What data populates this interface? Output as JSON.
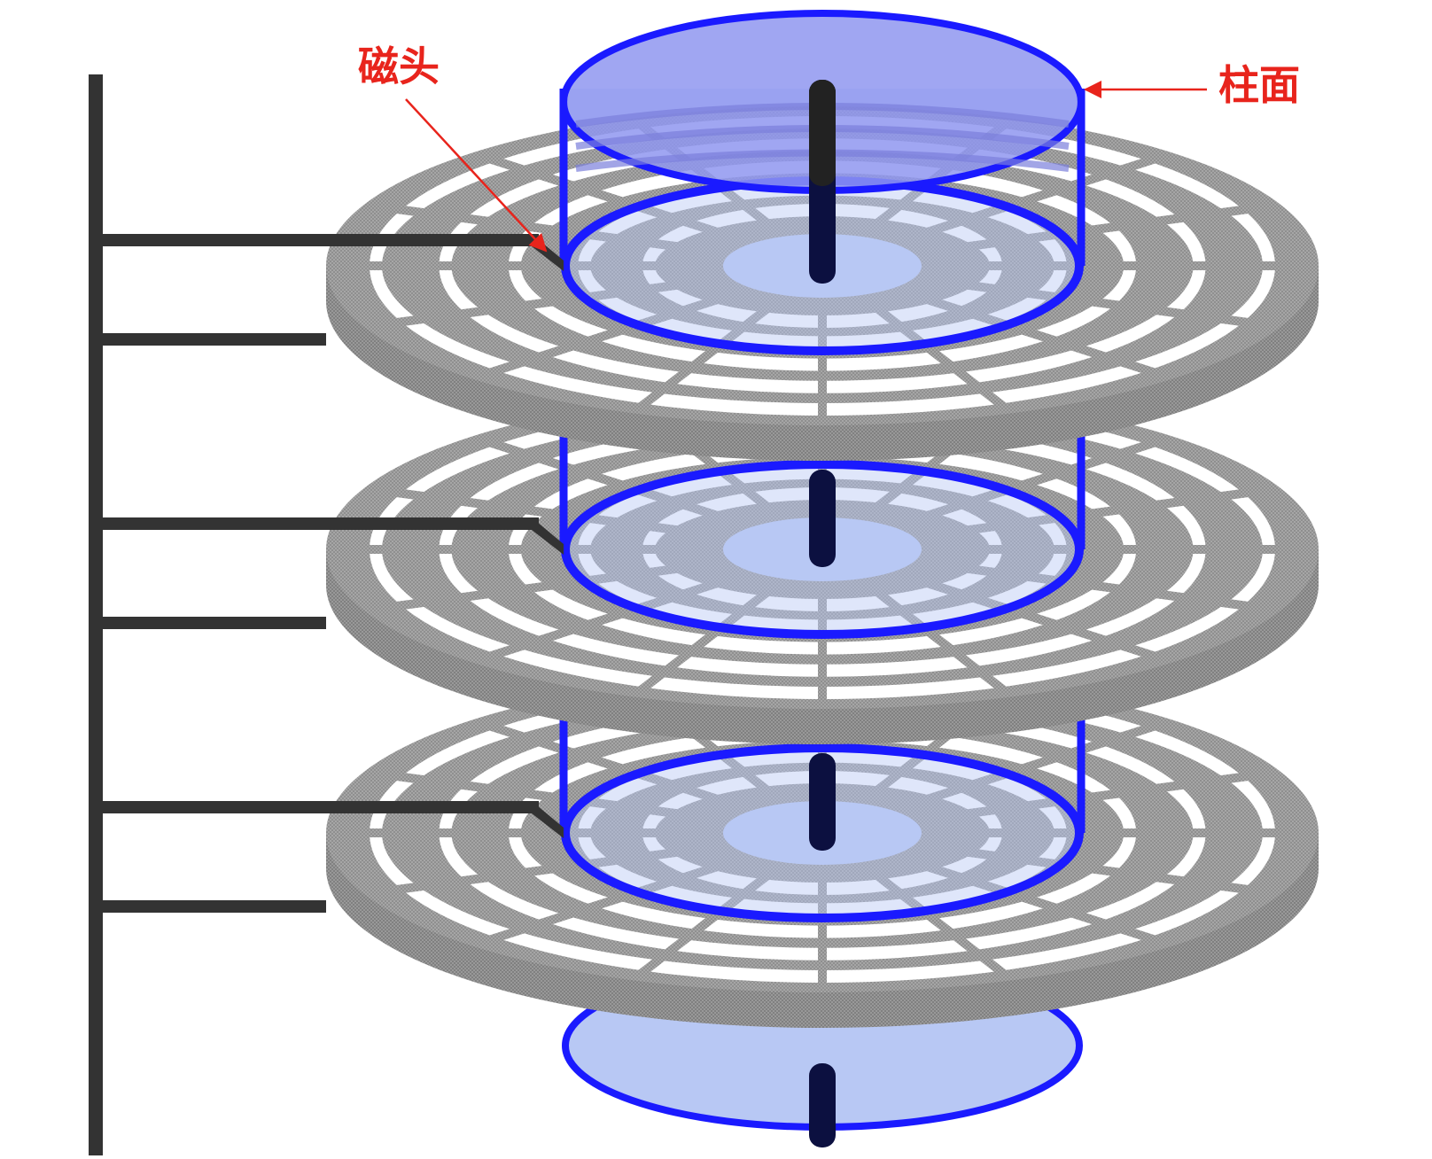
{
  "diagram": {
    "labels": {
      "head": "磁头",
      "cylinder": "柱面"
    },
    "platter_count": 3,
    "colors": {
      "platter": "#8f8f8f",
      "track_gap": "#ffffff",
      "cylinder_edge": "#1a1aff",
      "cylinder_fill": "#8f97f0",
      "cylinder_inner": "#b8c8f4",
      "spindle": "#0c1040",
      "actuator": "#333333",
      "label": "#e8241c"
    }
  }
}
